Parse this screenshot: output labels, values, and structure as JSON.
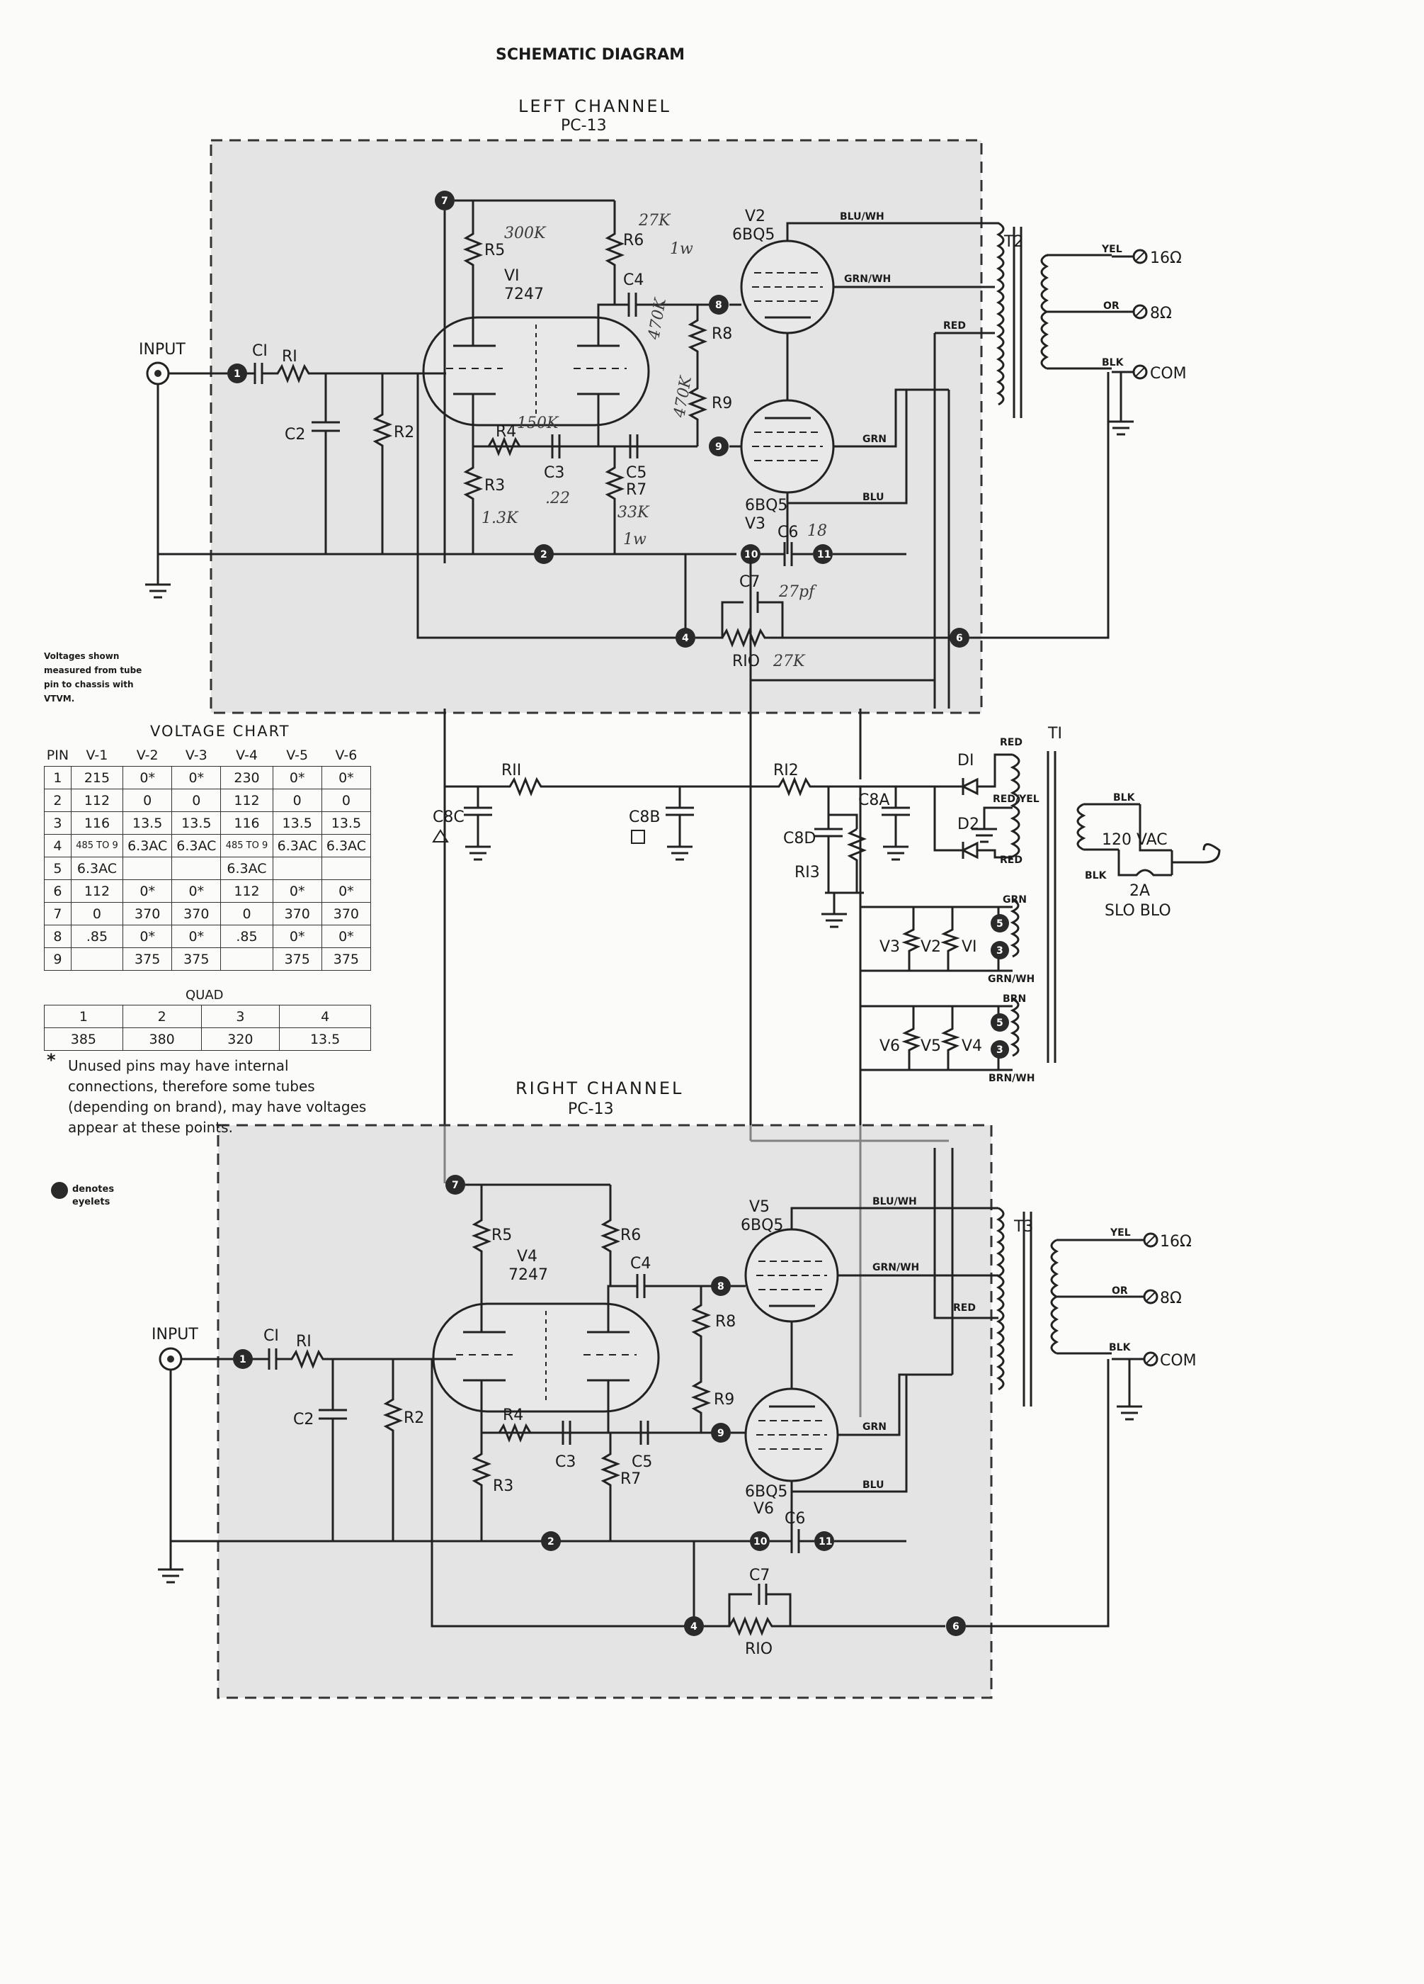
{
  "title": "SCHEMATIC DIAGRAM",
  "left_channel": {
    "name": "LEFT CHANNEL",
    "board": "PC-13"
  },
  "right_channel": {
    "name": "RIGHT CHANNEL",
    "board": "PC-13"
  },
  "input_label": "INPUT",
  "components": {
    "C1": "CI",
    "R1": "RI",
    "C2": "C2",
    "R2": "R2",
    "R3": "R3",
    "R4": "R4",
    "R5": "R5",
    "R6": "R6",
    "R7": "R7",
    "R8": "R8",
    "R9": "R9",
    "R10": "RIO",
    "C3": "C3",
    "C4": "C4",
    "C5": "C5",
    "C6": "C6",
    "C7": "C7",
    "V1": "VI",
    "V2": "V2",
    "V3": "V3",
    "V4": "V4",
    "V5": "V5",
    "V6": "V6",
    "tube_7247": "7247",
    "tube_6BQ5": "6BQ5",
    "T1": "TI",
    "T2": "T2",
    "T3": "T3",
    "D1": "DI",
    "D2": "D2",
    "R11": "RII",
    "R12": "RI2",
    "R13": "RI3",
    "C8A": "C8A",
    "C8B": "C8B",
    "C8C": "C8C",
    "C8D": "C8D"
  },
  "outputs": {
    "o16": "16Ω",
    "o8": "8Ω",
    "com": "COM"
  },
  "wire_colors": {
    "blu_wh": "BLU/WH",
    "grn_wh": "GRN/WH",
    "red": "RED",
    "grn": "GRN",
    "blu": "BLU",
    "yel": "YEL",
    "or": "OR",
    "blk": "BLK",
    "red_yel": "RED/YEL",
    "brn": "BRN",
    "brn_wh": "BRN/WH"
  },
  "power": {
    "mains": "120 VAC",
    "fuse": "2A",
    "fuse_type": "SLO BLO"
  },
  "handwritten": {
    "r5": "300K",
    "r6a": "27K",
    "r6b": "1w",
    "r8": "470K",
    "r9": "470K",
    "r4": "150K",
    "r3": "1.3K",
    "c3": ".22",
    "r7a": "33K",
    "r7b": "1w",
    "c6": "18",
    "c7": "27pf",
    "r10": "27K"
  },
  "note_voltages": "Voltages shown measured from tube pin to chassis with VTVM.",
  "voltage_chart": {
    "title": "VOLTAGE CHART",
    "headers": [
      "PIN",
      "V-1",
      "V-2",
      "V-3",
      "V-4",
      "V-5",
      "V-6"
    ],
    "rows": [
      [
        "1",
        "215",
        "0*",
        "0*",
        "230",
        "0*",
        "0*"
      ],
      [
        "2",
        "112",
        "0",
        "0",
        "112",
        "0",
        "0"
      ],
      [
        "3",
        "116",
        "13.5",
        "13.5",
        "116",
        "13.5",
        "13.5"
      ],
      [
        "4",
        "485 TO 9",
        "6.3AC",
        "6.3AC",
        "485 TO 9",
        "6.3AC",
        "6.3AC"
      ],
      [
        "5",
        "6.3AC",
        "",
        "",
        "6.3AC",
        "",
        ""
      ],
      [
        "6",
        "112",
        "0*",
        "0*",
        "112",
        "0*",
        "0*"
      ],
      [
        "7",
        "0",
        "370",
        "370",
        "0",
        "370",
        "370"
      ],
      [
        "8",
        ".85",
        "0*",
        "0*",
        ".85",
        "0*",
        "0*"
      ],
      [
        "9",
        "",
        "375",
        "375",
        "",
        "375",
        "375"
      ]
    ],
    "quad_title": "QUAD",
    "quad_headers": [
      "1",
      "2",
      "3",
      "4"
    ],
    "quad_values": [
      "385",
      "380",
      "320",
      "13.5"
    ]
  },
  "note_unused": "Unused pins may have internal connections, therefore some tubes (depending on brand), may have voltages appear at these points.",
  "note_eyelets": "denotes eyelets"
}
